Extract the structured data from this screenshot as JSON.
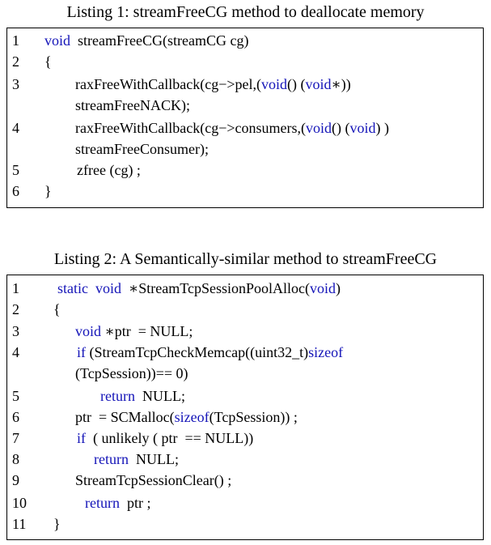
{
  "listing1": {
    "caption": "Listing 1: streamFreeCG method to deallocate memory",
    "lines": [
      {
        "num": "1",
        "code": [
          {
            "t": "void",
            "kw": true
          },
          {
            "t": "  streamFreeCG(streamCG cg)"
          }
        ]
      },
      {
        "num": "2",
        "code": [
          {
            "t": "{"
          }
        ]
      },
      {
        "num": "3",
        "code": [
          {
            "t": "raxFreeWithCallback(cg−>pel,("
          },
          {
            "t": "void",
            "kw": true
          },
          {
            "t": "() ("
          },
          {
            "t": "void",
            "kw": true
          },
          {
            "t": "∗))"
          }
        ]
      },
      {
        "num": "",
        "code": [
          {
            "t": "streamFreeNACK);"
          }
        ]
      },
      {
        "num": "4",
        "code": [
          {
            "t": "raxFreeWithCallback(cg−>consumers,("
          },
          {
            "t": "void",
            "kw": true
          },
          {
            "t": "() ("
          },
          {
            "t": "void",
            "kw": true
          },
          {
            "t": ") )"
          }
        ]
      },
      {
        "num": "",
        "code": [
          {
            "t": "streamFreeConsumer);"
          }
        ]
      },
      {
        "num": "5",
        "code": [
          {
            "t": "zfree (cg) ;"
          }
        ]
      },
      {
        "num": "6",
        "code": [
          {
            "t": "}"
          }
        ]
      }
    ]
  },
  "listing2": {
    "caption": "Listing 2: A Semantically-similar method to streamFreeCG",
    "lines": [
      {
        "num": "1",
        "code": [
          {
            "t": "static",
            "kw": true
          },
          {
            "t": "  "
          },
          {
            "t": "void",
            "kw": true
          },
          {
            "t": "  ∗StreamTcpSessionPoolAlloc("
          },
          {
            "t": "void",
            "kw": true
          },
          {
            "t": ")"
          }
        ]
      },
      {
        "num": "2",
        "code": [
          {
            "t": "{"
          }
        ]
      },
      {
        "num": "3",
        "code": [
          {
            "t": "void",
            "kw": true
          },
          {
            "t": " ∗ptr  = NULL;"
          }
        ]
      },
      {
        "num": "4",
        "code": [
          {
            "t": "if",
            "kw": true
          },
          {
            "t": " (StreamTcpCheckMemcap((uint32_t)"
          },
          {
            "t": "sizeof",
            "kw": true
          }
        ]
      },
      {
        "num": "",
        "code": [
          {
            "t": "(TcpSession))== 0)"
          }
        ]
      },
      {
        "num": "5",
        "code": [
          {
            "t": "return",
            "kw": true
          },
          {
            "t": "  NULL;"
          }
        ]
      },
      {
        "num": "6",
        "code": [
          {
            "t": "ptr  = SCMalloc("
          },
          {
            "t": "sizeof",
            "kw": true
          },
          {
            "t": "(TcpSession)) ;"
          }
        ]
      },
      {
        "num": "7",
        "code": [
          {
            "t": "if",
            "kw": true
          },
          {
            "t": "  ( unlikely ( ptr  == NULL))"
          }
        ]
      },
      {
        "num": "8",
        "code": [
          {
            "t": "return",
            "kw": true
          },
          {
            "t": "  NULL;"
          }
        ]
      },
      {
        "num": "9",
        "code": [
          {
            "t": "StreamTcpSessionClear() ;"
          }
        ]
      },
      {
        "num": "10",
        "code": [
          {
            "t": "return",
            "kw": true
          },
          {
            "t": "  ptr ;"
          }
        ]
      },
      {
        "num": "11",
        "code": [
          {
            "t": "}"
          }
        ]
      }
    ]
  },
  "colors": {
    "keyword": "#1414b8",
    "text": "#000000",
    "border": "#000000"
  }
}
